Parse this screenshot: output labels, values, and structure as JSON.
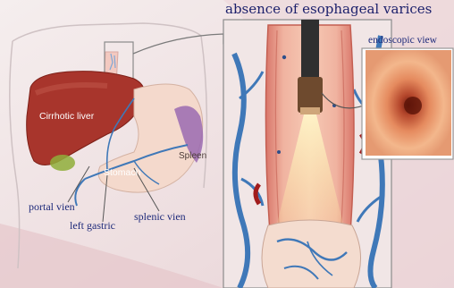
{
  "title": "absence of esophageal varices",
  "endoscopic_view_label": "endoscopic view",
  "organs": {
    "liver": "Cirrhotic liver",
    "stomach": "Stomach",
    "spleen": "Spleen"
  },
  "vessels": {
    "portal": "portal vien",
    "left_gastric": "left gastric",
    "splenic": "splenic vien"
  },
  "colors": {
    "background": "#f2e9ea",
    "liver": "#a8352c",
    "stomach": "#f4d9cc",
    "vein_blue": "#3f78b8",
    "label_blue": "#1e2a7a",
    "esophagus": "#e7a890"
  }
}
